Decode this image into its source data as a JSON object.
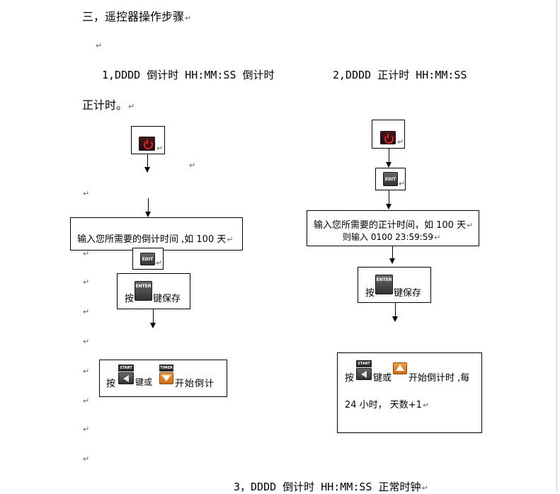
{
  "heading": {
    "text": "三，遥控器操作步骤"
  },
  "intro": {
    "line1_left": "1,DDDD 倒计时 HH:MM:SS 倒计时",
    "line1_right": "2,DDDD 正计时 HH:MM:SS",
    "line2": "正计时。"
  },
  "left_flow": {
    "input_box": "输入您所需要的倒计时间 ,如 100 天",
    "edit_label": "EDIT",
    "enter_prefix": "按",
    "enter_label": "ENTER",
    "enter_suffix": "键保存",
    "start_prefix": "按",
    "start_cap": "START",
    "timer_cap": "TIMER",
    "start_mid": "键或",
    "start_suffix": "开始倒计"
  },
  "right_flow": {
    "edit_label": "EDIT",
    "input_line1": "输入您所需要的正计时间，如 100 天",
    "input_line2": "则输入 0100 23:59:59",
    "enter_prefix": "按",
    "enter_label": "ENTER",
    "enter_suffix": "键保存",
    "start_prefix": "按",
    "start_cap": "START",
    "start_mid": "键或",
    "start_suffix": "开始倒计时 ,每",
    "line2": "24 小时， 天数+1"
  },
  "footer": {
    "text": "3，DDDD 倒计时 HH:MM:SS 正常时钟"
  },
  "icons": {
    "paragraph_mark": "↵",
    "power": "power-icon"
  },
  "colors": {
    "power_red": "#e02222",
    "timer_orange": "#e58a2a"
  }
}
